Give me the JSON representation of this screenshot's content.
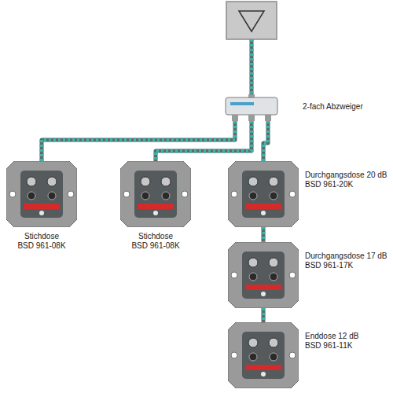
{
  "diagram": {
    "nodes": [
      {
        "text": [
          "2-fach Abzweiger"
        ]
      },
      {
        "text": [
          "Stichdose",
          "BSD 961-08K"
        ]
      },
      {
        "text": [
          "Stichdose",
          "BSD 961-08K"
        ]
      },
      {
        "text": [
          "Durchgangsdose 20 dB",
          "BSD 961-20K"
        ]
      },
      {
        "text": [
          "Durchgangsdose 17 dB",
          "BSD 961-17K"
        ]
      },
      {
        "text": [
          "Enddose 12 dB",
          "BSD 961-11K"
        ]
      }
    ],
    "edges": [
      {
        "from": 0,
        "to": 1,
        "arrow": "none"
      },
      {
        "from": 0,
        "to": 2,
        "arrow": "none"
      },
      {
        "from": 0,
        "to": 3,
        "arrow": "none"
      },
      {
        "from": 3,
        "to": 4,
        "arrow": "none"
      },
      {
        "from": 4,
        "to": 5,
        "arrow": "none"
      }
    ]
  }
}
